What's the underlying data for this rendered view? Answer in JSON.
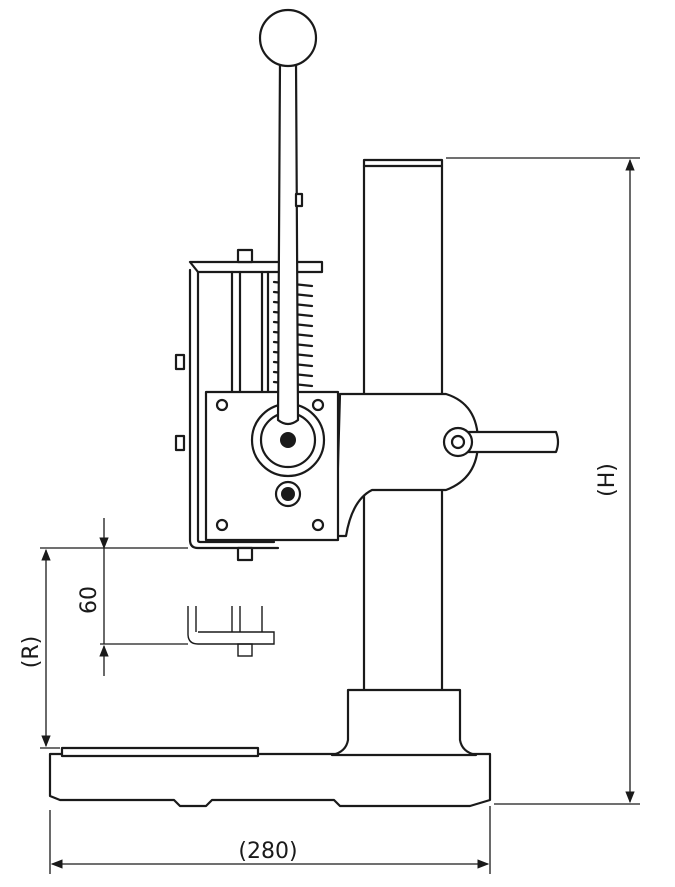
{
  "dimensions": {
    "width_label": "(280)",
    "height_label": "(H)",
    "reach_label": "(R)",
    "stroke_label": "60"
  }
}
